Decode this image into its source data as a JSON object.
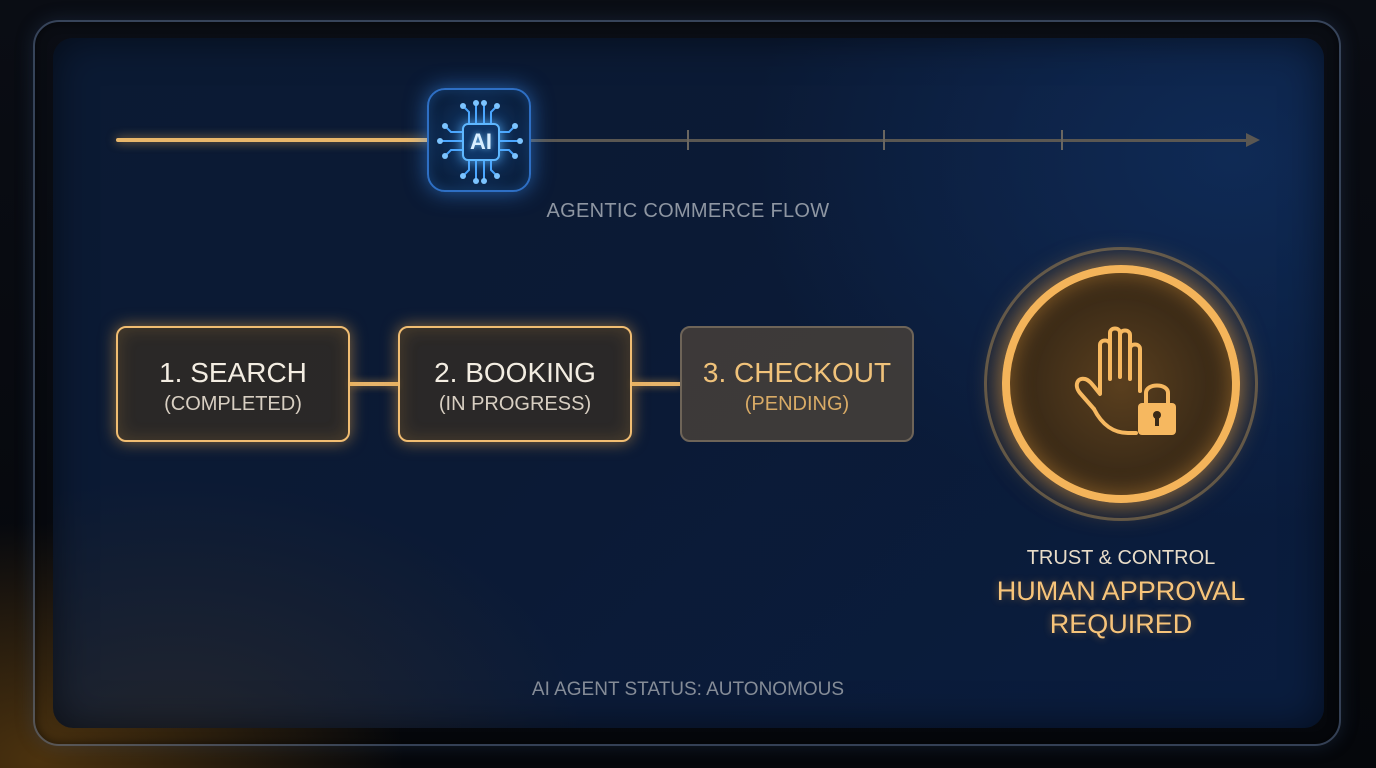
{
  "flow": {
    "ai_chip_label": "AI",
    "title": "AGENTIC COMMERCE FLOW"
  },
  "steps": [
    {
      "title": "1. SEARCH",
      "status": "(COMPLETED)",
      "state": "completed"
    },
    {
      "title": "2. BOOKING",
      "status": "(IN PROGRESS)",
      "state": "in-progress"
    },
    {
      "title": "3. CHECKOUT",
      "status": "(PENDING)",
      "state": "pending"
    }
  ],
  "approval": {
    "icon": "hand-lock-icon",
    "heading": "TRUST & CONTROL",
    "line1": "HUMAN APPROVAL",
    "line2": "REQUIRED"
  },
  "agent_status": "AI AGENT STATUS: AUTONOMOUS",
  "colors": {
    "accent_amber": "#f4b45a",
    "ai_blue": "#5fb8ff",
    "panel_navy": "#0b1a33",
    "pending_gray": "#6e6458"
  }
}
